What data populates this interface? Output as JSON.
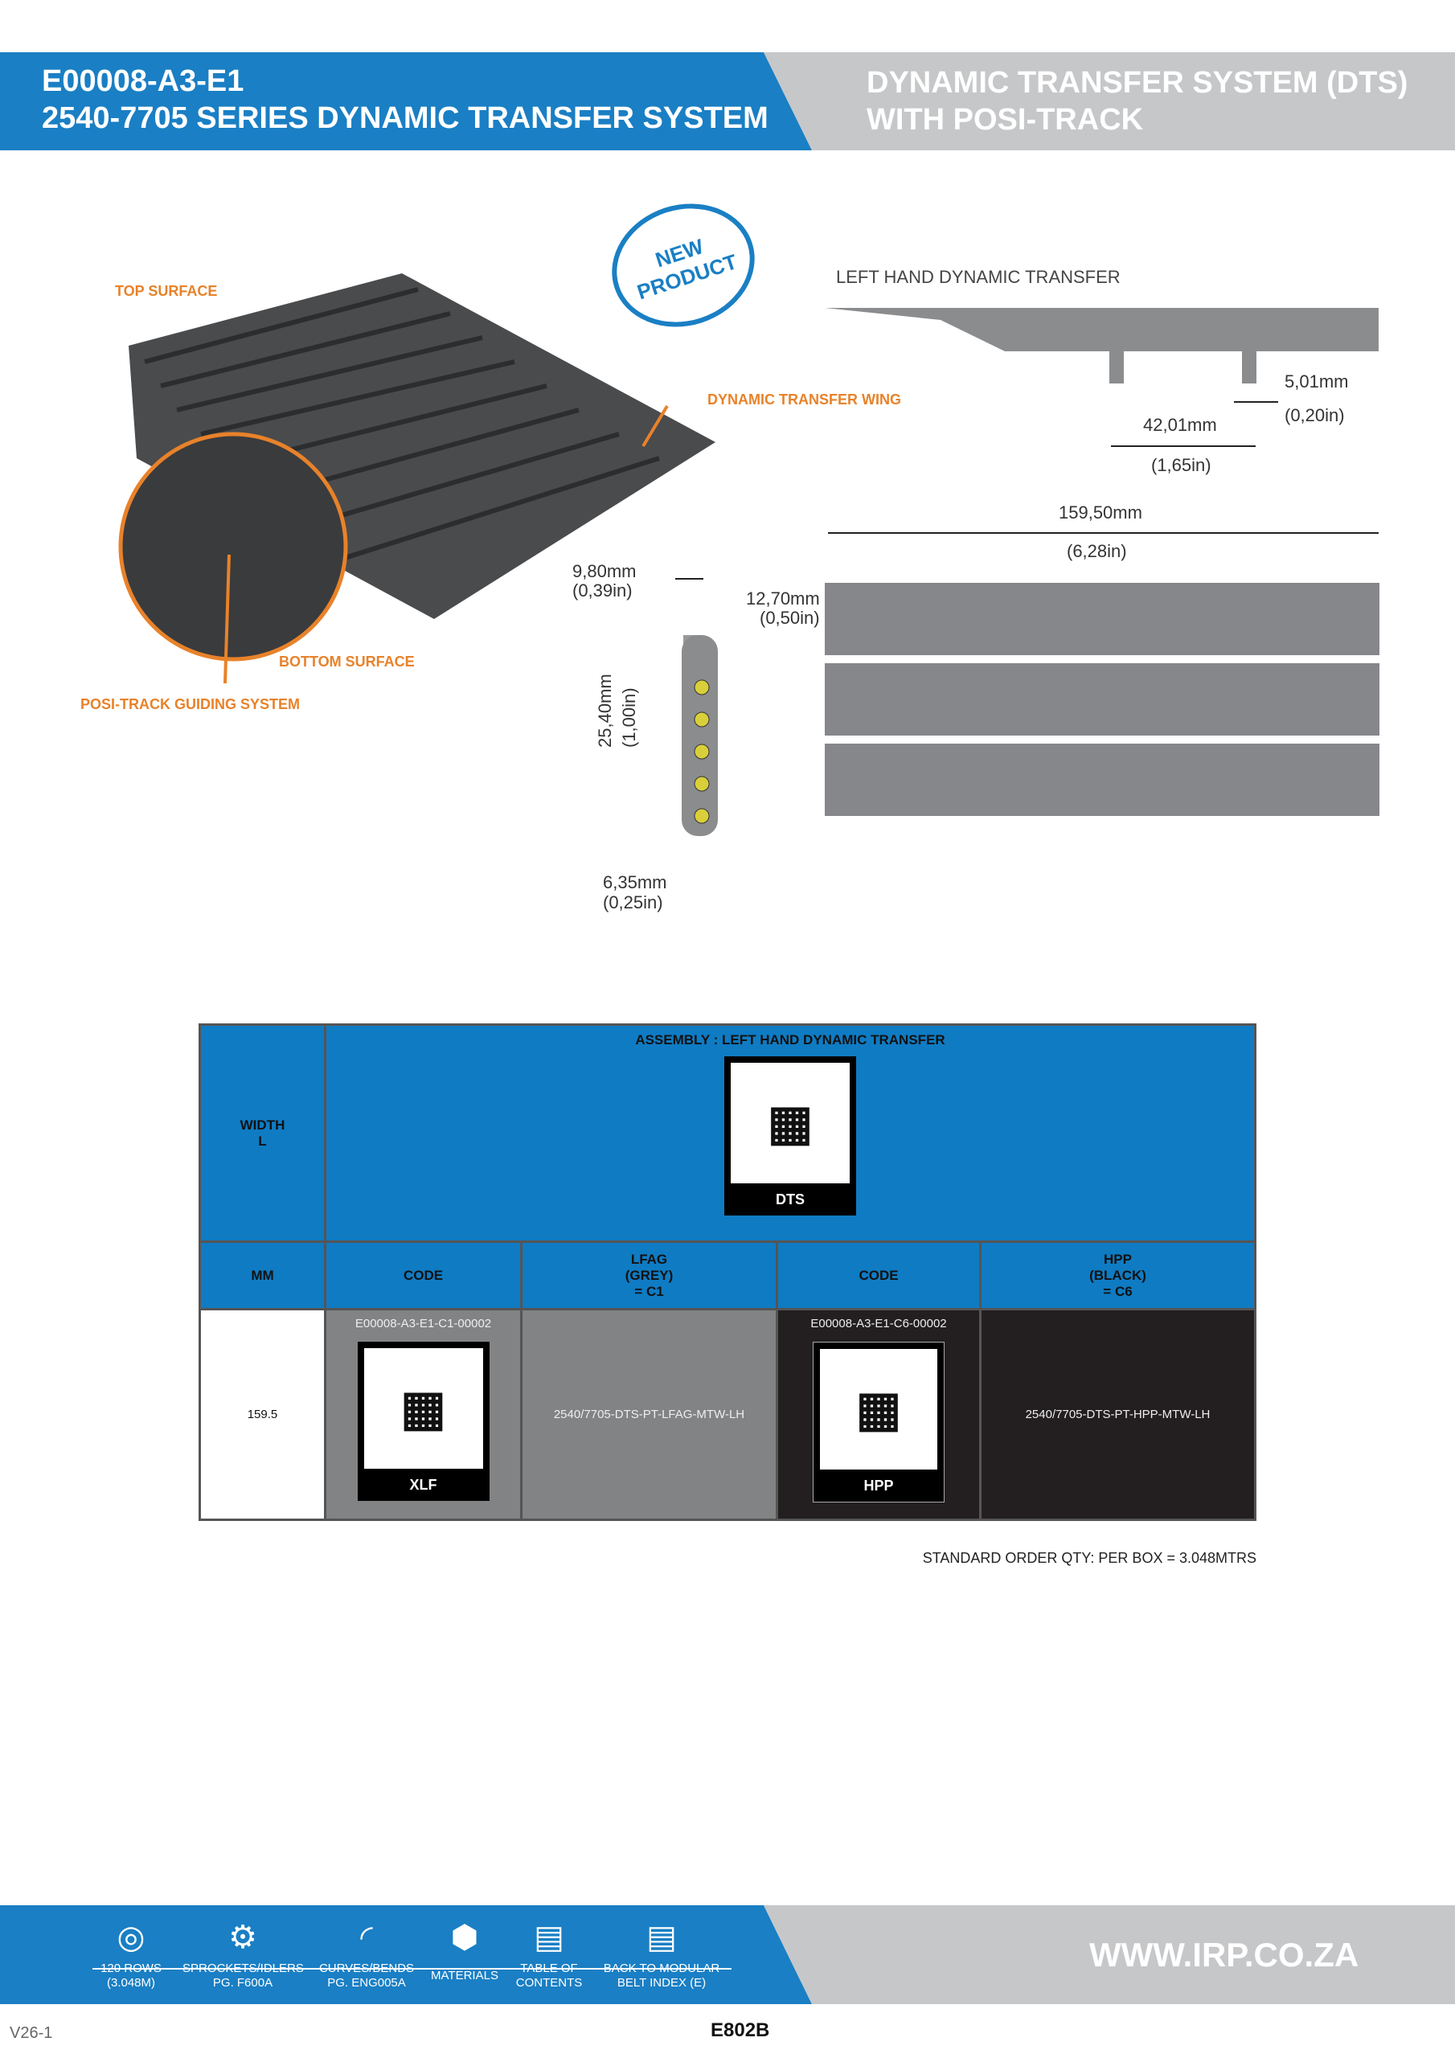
{
  "header": {
    "code": "E00008-A3-E1",
    "title": "2540-7705 SERIES DYNAMIC TRANSFER SYSTEM",
    "right_line1": "DYNAMIC TRANSFER SYSTEM (DTS)",
    "right_line2": "WITH POSI-TRACK"
  },
  "labels": {
    "top_surface": "TOP SURFACE",
    "wing": "DYNAMIC TRANSFER WING",
    "bottom_surface": "BOTTOM SURFACE",
    "posi": "POSI-TRACK GUIDING SYSTEM",
    "stamp": "NEW PRODUCT",
    "side_title": "LEFT HAND DYNAMIC TRANSFER"
  },
  "dims": {
    "d1": "5,01mm",
    "d1i": "(0,20in)",
    "d2": "42,01mm",
    "d2i": "(1,65in)",
    "d3": "159,50mm",
    "d3i": "(6,28in)",
    "d4": "9,80mm",
    "d4i": "(0,39in)",
    "d5": "12,70mm",
    "d5i": "(0,50in)",
    "d6": "25,40mm",
    "d6i": "(1,00in)",
    "d7": "6,35mm",
    "d7i": "(0,25in)"
  },
  "table": {
    "assembly": "ASSEMBLY : LEFT HAND DYNAMIC TRANSFER",
    "width_l1": "WIDTH",
    "width_l2": "L",
    "dts": "DTS",
    "mm": "MM",
    "code": "CODE",
    "lfag1": "LFAG",
    "lfag2": "(GREY)",
    "lfag3": "= C1",
    "hpp1": "HPP",
    "hpp2": "(BLACK)",
    "hpp3": "= C6",
    "row": {
      "mm": "159.5",
      "code1": "E00008-A3-E1-C1-00002",
      "qr1": "XLF",
      "lfag": "2540/7705-DTS-PT-LFAG-MTW-LH",
      "code2": "E00008-A3-E1-C6-00002",
      "qr2": "HPP",
      "hpp": "2540/7705-DTS-PT-HPP-MTW-LH"
    }
  },
  "order_qty": "STANDARD ORDER QTY: PER BOX = 3.048MTRS",
  "footer": {
    "items": [
      {
        "l1": "120 ROWS",
        "l2": "(3.048M)"
      },
      {
        "l1": "SPROCKETS/IDLERS",
        "l2": "PG. F600A"
      },
      {
        "l1": "CURVES/BENDS",
        "l2": "PG. ENG005A"
      },
      {
        "l1": "MATERIALS",
        "l2": ""
      },
      {
        "l1": "TABLE OF",
        "l2": "CONTENTS"
      },
      {
        "l1": "BACK TO MODULAR",
        "l2": "BELT INDEX (E)"
      }
    ],
    "url": "WWW.IRP.CO.ZA",
    "version": "V26-1",
    "page": "E802B"
  }
}
